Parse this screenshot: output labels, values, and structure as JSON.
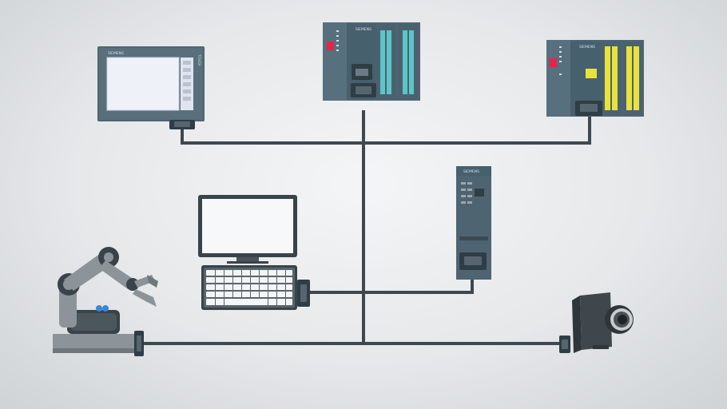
{
  "hmi_panel": {
    "brand": "SIEMENS",
    "side_label": "TOUCH"
  },
  "plc_cpu": {
    "brand": "SIEMENS"
  },
  "plc_safety": {
    "brand": "SIEMENS"
  },
  "network_switch": {
    "brand": "SIEMENS"
  },
  "colors": {
    "cable": "#3f484e",
    "device_body": "#4f6471",
    "device_dark": "#2f3d45",
    "led_red": "#e8234a",
    "io_teal": "#5fc4c8",
    "io_yellow": "#e9e23a",
    "hmi_screen": "#eef1f8",
    "robot_body": "#8c9499",
    "robot_dark": "#39434a",
    "robot_led": "#3a86d8",
    "camera_body": "#40474c"
  }
}
